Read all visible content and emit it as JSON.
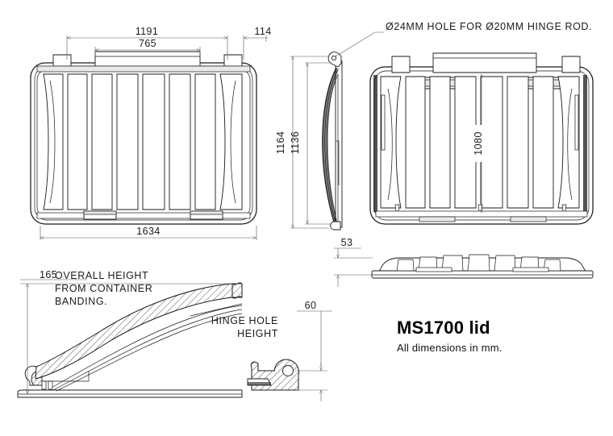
{
  "drawing": {
    "title": "MS1700 lid",
    "subtitle": "All dimensions in mm.",
    "units_note": "All dimensions in mm."
  },
  "annotations": {
    "hinge_rod_note": "Ø24MM HOLE FOR Ø20MM HINGE ROD.",
    "overall_height_note_line1": "OVERALL HEIGHT",
    "overall_height_note_line2": "FROM CONTAINER",
    "overall_height_note_line3": "BANDING.",
    "hinge_hole_line1": "HINGE HOLE",
    "hinge_hole_line2": "HEIGHT"
  },
  "dimensions": {
    "top_plan_width_inner": "1191",
    "top_plan_tab_span": "765",
    "top_plan_right_offset": "114",
    "top_plan_overall_width": "1634",
    "side_overall_height": "1164",
    "side_inner_height": "1136",
    "rear_plan_height": "1080",
    "edge_profile_thickness": "53",
    "overall_height_from_banding": "165",
    "hinge_hole_height": "60"
  },
  "views": {
    "plan_left": "top-plan-view",
    "side_profile": "side-elevation-view",
    "plan_right": "underside-plan-view",
    "edge_profile": "edge-profile-view",
    "section_left": "longitudinal-section-view",
    "hinge_detail": "hinge-detail-section"
  },
  "colors": {
    "line": "#1a1a1a",
    "dimension_line": "#555555",
    "background": "#ffffff",
    "shade": "#e9e9e9"
  }
}
